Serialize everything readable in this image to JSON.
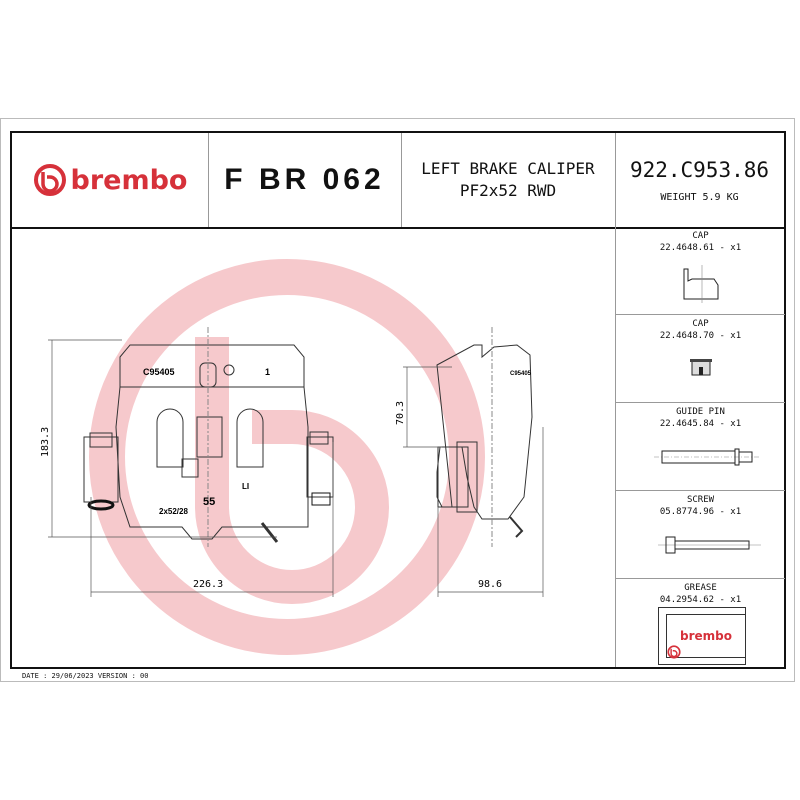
{
  "header": {
    "brand": "brembo",
    "code": "F BR 062",
    "description_line1": "LEFT BRAKE CALIPER",
    "description_line2": "PF2x52 RWD",
    "part_number": "922.C953.86",
    "weight": "WEIGHT 5.9 KG"
  },
  "drawing": {
    "marking_code": "C95405",
    "marking_1": "1",
    "marking_55": "55",
    "marking_size": "2x52/28",
    "marking_side": "LI",
    "side_marking": "C95405",
    "dimensions": {
      "height": "183.3",
      "width": "226.3",
      "side_height": "70.3",
      "side_width": "98.6"
    }
  },
  "parts": [
    {
      "name": "CAP",
      "ref": "22.4648.61 - x1",
      "icon": "cap-large-icon"
    },
    {
      "name": "CAP",
      "ref": "22.4648.70 - x1",
      "icon": "cap-small-icon"
    },
    {
      "name": "GUIDE PIN",
      "ref": "22.4645.84 - x1",
      "icon": "guide-pin-icon"
    },
    {
      "name": "SCREW",
      "ref": "05.8774.96 - x1",
      "icon": "screw-icon"
    },
    {
      "name": "GREASE",
      "ref": "04.2954.62 - x1",
      "icon": "grease-brembo-icon",
      "brand": "brembo"
    }
  ],
  "footer": {
    "text": "DATE : 29/06/2023 VERSION : 00"
  },
  "colors": {
    "brand_red": "#d6313a",
    "watermark": "#f6c9cc"
  }
}
